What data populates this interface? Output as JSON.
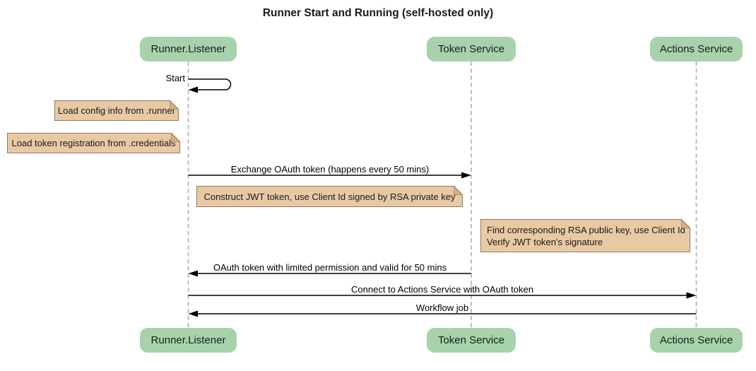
{
  "diagram": {
    "type": "sequence-diagram",
    "title": "Runner Start and Running (self-hosted only)"
  },
  "participants": [
    {
      "id": "runner-listener",
      "label": "Runner.Listener"
    },
    {
      "id": "token-service",
      "label": "Token Service"
    },
    {
      "id": "actions-service",
      "label": "Actions Service"
    }
  ],
  "messages": [
    {
      "label": "Start",
      "from": "Runner.Listener",
      "to": "Runner.Listener",
      "kind": "self"
    },
    {
      "label": "Exchange OAuth token (happens every 50 mins)",
      "from": "Runner.Listener",
      "to": "Token Service",
      "kind": "solid-arrow"
    },
    {
      "label": "OAuth token with limited permission and valid for 50 mins",
      "from": "Token Service",
      "to": "Runner.Listener",
      "kind": "solid-arrow"
    },
    {
      "label": "Connect to Actions Service with OAuth token",
      "from": "Runner.Listener",
      "to": "Actions Service",
      "kind": "solid-arrow"
    },
    {
      "label": "Workflow job",
      "from": "Actions Service",
      "to": "Runner.Listener",
      "kind": "solid-arrow"
    }
  ],
  "notes": [
    {
      "lines": [
        "Load config info from .runner"
      ],
      "position": "left of Runner.Listener"
    },
    {
      "lines": [
        "Load token registration from .credentials"
      ],
      "position": "left of Runner.Listener"
    },
    {
      "lines": [
        "Construct JWT token, use Client Id signed by RSA private key"
      ],
      "position": "right of Runner.Listener"
    },
    {
      "lines": [
        "Find corresponding RSA public key, use Client Id",
        "Verify JWT token's signature"
      ],
      "position": "right of Token Service"
    }
  ],
  "colors": {
    "participant_fill": "#a6d3ab",
    "note_fill": "#e9c9a4",
    "note_border": "#8a7a66",
    "note_fold": "#d9ad7e",
    "lifeline": "#b0b0b0",
    "arrow": "#000000",
    "background": "#ffffff",
    "text": "#000000"
  }
}
